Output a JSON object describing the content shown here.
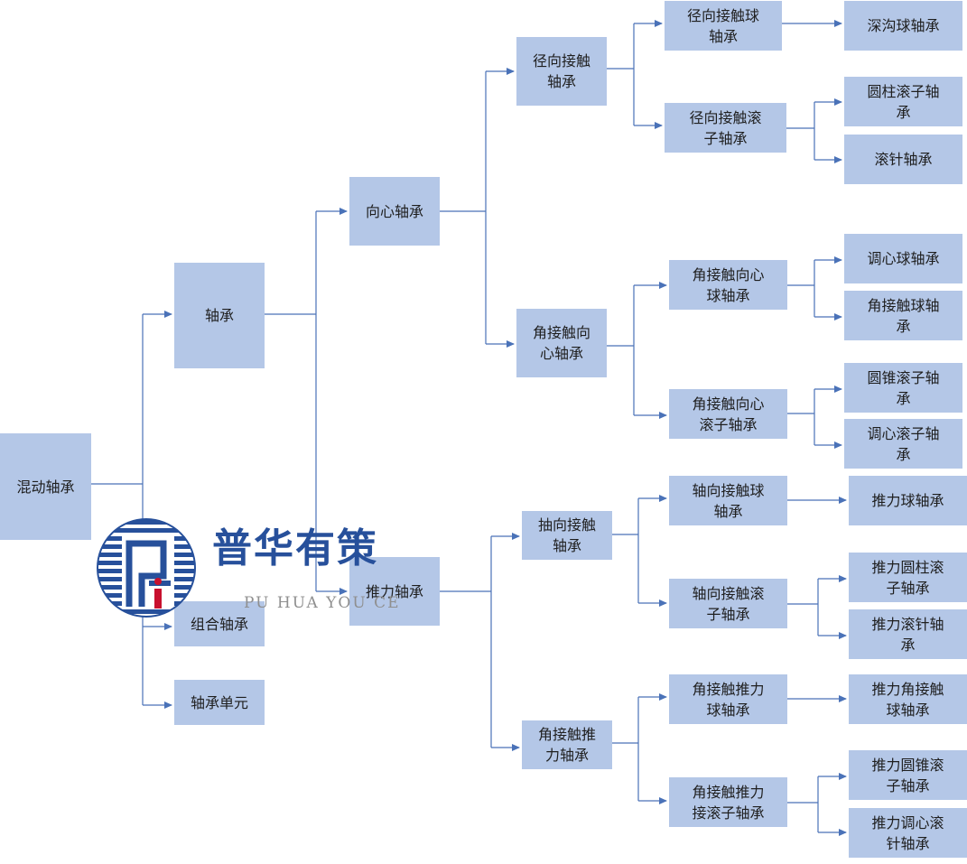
{
  "colors": {
    "box": "#b4c7e7",
    "line": "#4a72b8",
    "logo": "#27509b",
    "logo_sub": "#8f8f8f"
  },
  "nodes": {
    "root": "混动轴承",
    "bearing": "轴承",
    "combo": "组合轴承",
    "unit": "轴承单元",
    "radial": "向心轴承",
    "thrust": "推力轴承",
    "radial_contact": "径向接触\n轴承",
    "angular_radial": "角接触向\n心轴承",
    "axial_contact": "抽向接触\n轴承",
    "angular_thrust": "角接触推\n力轴承",
    "rc_ball": "径向接触球\n轴承",
    "rc_roller": "径向接触滚\n子轴承",
    "ar_ball": "角接触向心\n球轴承",
    "ar_roller": "角接触向心\n滚子轴承",
    "ax_ball": "轴向接触球\n轴承",
    "ax_roller": "轴向接触滚\n子轴承",
    "at_ball": "角接触推力\n球轴承",
    "at_roller": "角接触推力\n接滚子轴承",
    "deep_groove": "深沟球轴承",
    "cylindrical": "圆柱滚子轴\n承",
    "needle": "滚针轴承",
    "self_align_ball": "调心球轴承",
    "angular_ball": "角接触球轴\n承",
    "tapered": "圆锥滚子轴\n承",
    "spherical_roller": "调心滚子轴\n承",
    "thrust_ball": "推力球轴承",
    "thrust_cyl": "推力圆柱滚\n子轴承",
    "thrust_needle": "推力滚针轴\n承",
    "thrust_angular": "推力角接触\n球轴承",
    "thrust_tapered": "推力圆锥滚\n子轴承",
    "thrust_spherical": "推力调心滚\n针轴承"
  },
  "watermark": {
    "cn": "普华有策",
    "en": "PU HUA YOU CE"
  }
}
